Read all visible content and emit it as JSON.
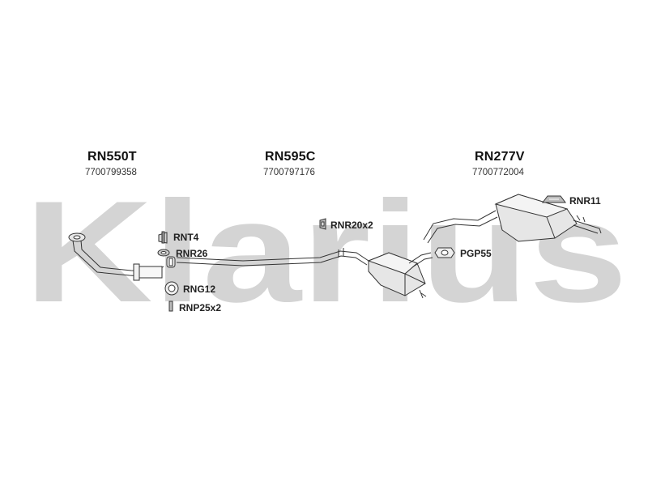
{
  "brand": {
    "watermark": "Klarius",
    "color": "#d3d3d3"
  },
  "sections": [
    {
      "code": "RN550T",
      "ref": "7700799358"
    },
    {
      "code": "RN595C",
      "ref": "7700797176"
    },
    {
      "code": "RN277V",
      "ref": "7700772004"
    }
  ],
  "fittings": {
    "rnt4": "RNT4",
    "rnr26": "RNR26",
    "rng12": "RNG12",
    "rnp25": "RNP25x2",
    "rnr20": "RNR20x2",
    "pgp55": "PGP55",
    "rnr11": "RNR11"
  }
}
